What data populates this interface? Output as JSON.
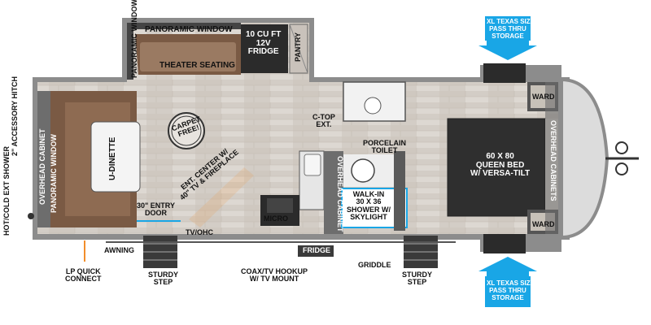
{
  "colors": {
    "floor": "#d2ccc5",
    "wall": "#5a5a5a",
    "couch": "#7a5a44",
    "dark": "#333333",
    "callout_blue": "#19a6e6"
  },
  "icons": {
    "carpet_free": "no-carpet-badge",
    "storage_arrows": "arrow-down-icon"
  },
  "rooms": {
    "panoramic_window_top": "PANORAMIC WINDOW",
    "panoramic_window_side": "PANORAMIC\nWINDOW",
    "theater_seating": "THEATER SEATING",
    "fridge_top": "10 CU FT\n12V\nFRIDGE",
    "pantry": "PANTRY",
    "overhead_cabinet_left": "OVERHEAD CABINET",
    "panoramic_window_left": "PANORAMIC WINDOW",
    "u_dinette": "U-DINETTE",
    "carpet_free": "CARPET\nFREE!",
    "ctop_ext": "C-TOP\nEXT.",
    "porcelain_toilet": "PORCELAIN\nTOILET",
    "overhead_cabinet_mid": "OVERHEAD\nCABINET",
    "shower": "WALK-IN\n30 X 36\nSHOWER W/\nSKYLIGHT",
    "queen_bed": "60 X 80\nQUEEN BED\nW/ VERSA-TILT",
    "overhead_cabinets_right": "OVERHEAD CABINETS",
    "ward_top": "WARD",
    "ward_bottom": "WARD",
    "entry_door": "30\" ENTRY\nDOOR",
    "ent_center": "ENT. CENTER W/\n40\" TV & FIREPLACE",
    "micro": "MICRO",
    "tv_ohc": "TV/OHC",
    "fridge_bottom": "FRIDGE"
  },
  "exterior": {
    "accessory_hitch": "2\" ACCESSORY\nHITCH",
    "ext_shower": "HOT/COLD\nEXT SHOWER",
    "awning": "AWNING",
    "lp_quick_connect": "LP QUICK\nCONNECT",
    "sturdy_step_left": "STURDY\nSTEP",
    "coax_tv": "COAX/TV HOOKUP\nW/ TV MOUNT",
    "griddle": "GRIDDLE",
    "sturdy_step_right": "STURDY\nSTEP",
    "storage_top": "XL TEXAS SIZE\nPASS THRU\nSTORAGE",
    "storage_bottom": "XL TEXAS SIZE\nPASS THRU\nSTORAGE"
  }
}
